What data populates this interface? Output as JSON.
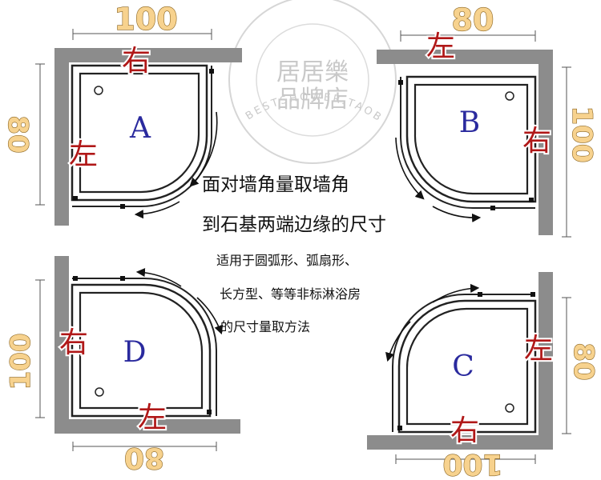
{
  "watermark": {
    "ring_text": "BESTSHOWER.TAOBAO.COM",
    "line1": "居居樂",
    "line2": "品牌店"
  },
  "instructions": {
    "line1": "面对墙角量取墙角",
    "line2": "到石基两端边缘的尺寸",
    "line3": "适用于圆弧形、弧扇形、",
    "line4": "长方型、等等非标淋浴房",
    "line5": "的尺寸量取方法"
  },
  "trays": [
    {
      "letter": "A",
      "top_dim": "100",
      "side_dim": "80",
      "wall_top_label": "右",
      "wall_side_label": "左"
    },
    {
      "letter": "B",
      "top_dim": "80",
      "side_dim": "100",
      "wall_top_label": "左",
      "wall_side_label": "右"
    },
    {
      "letter": "C",
      "bottom_dim": "100",
      "side_dim": "80",
      "wall_bottom_label": "右",
      "wall_side_label": "左"
    },
    {
      "letter": "D",
      "bottom_dim": "80",
      "side_dim": "100",
      "wall_bottom_label": "左",
      "wall_side_label": "右"
    }
  ],
  "colors": {
    "wall": "#8c8c8c",
    "tray_outline": "#222222",
    "dimension_text": "#f7d28e",
    "side_label": "#b01818",
    "tray_letter": "#2a2a9e"
  }
}
